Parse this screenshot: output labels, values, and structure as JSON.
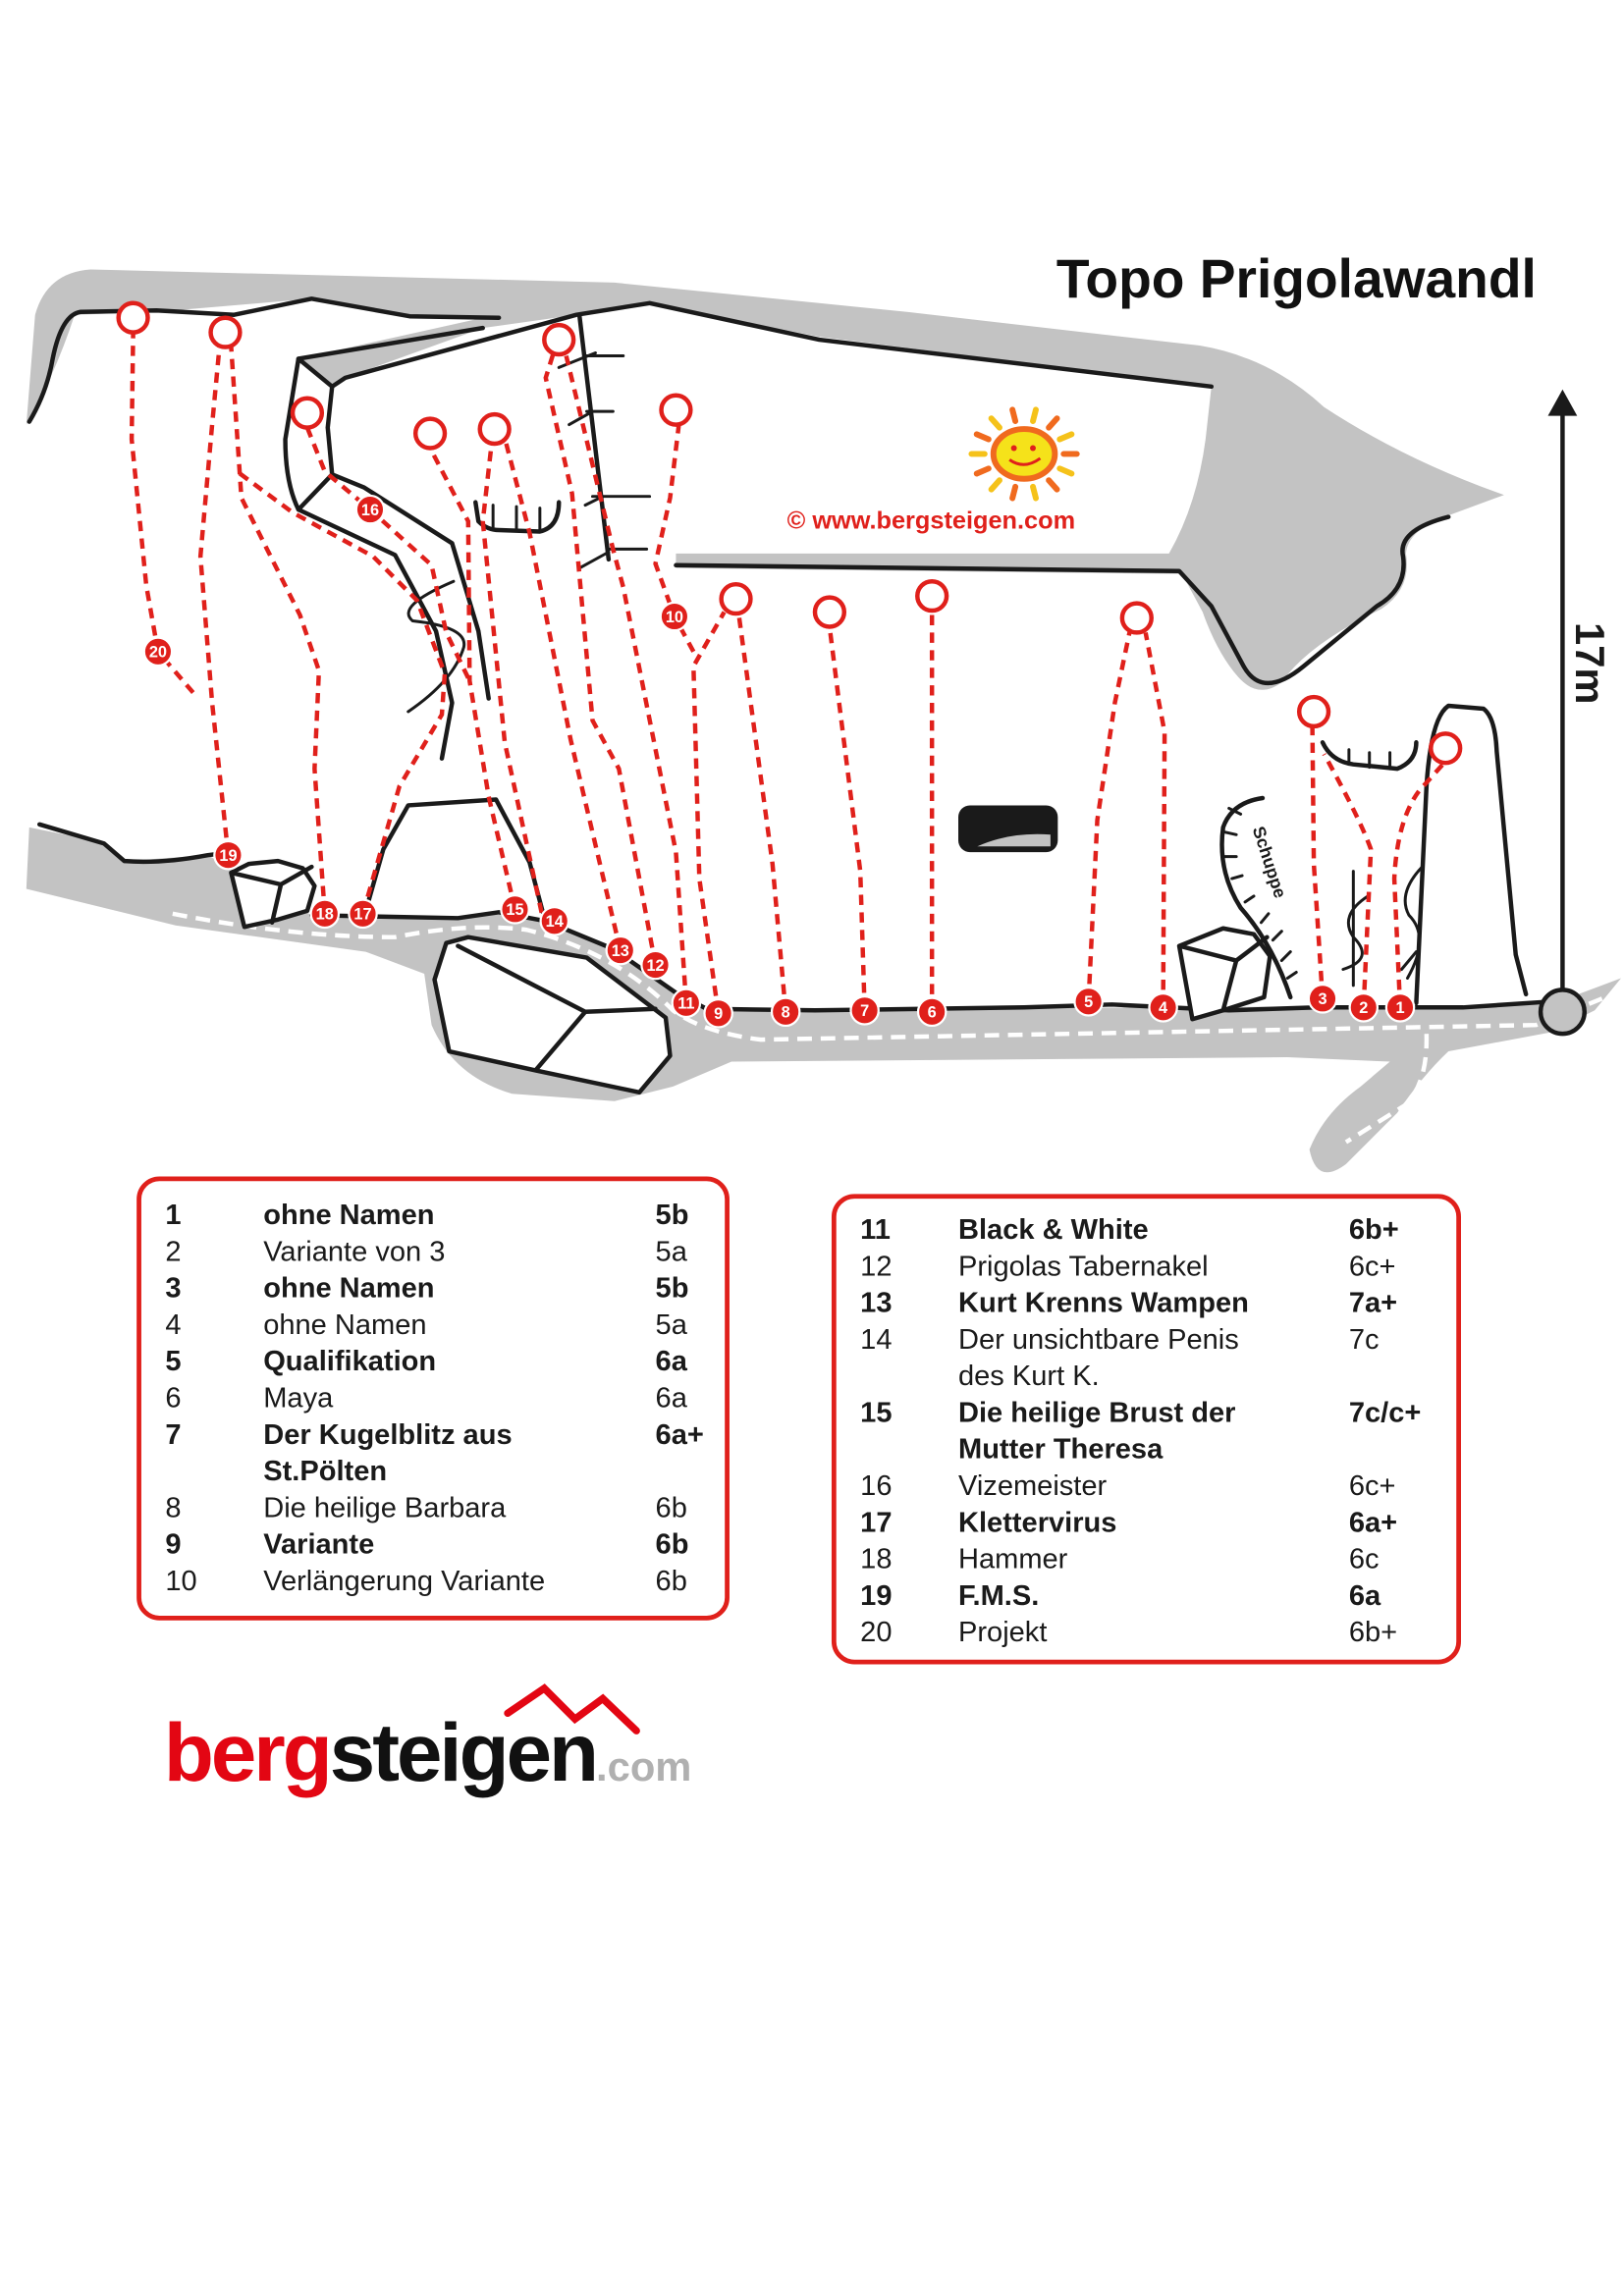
{
  "title": "Topo Prigolawandl",
  "watermark": "© www.bergsteigen.com",
  "height_label": "17m",
  "feature_label": "Schuppe",
  "logo": {
    "part1": "berg",
    "part2": "steigen",
    "part3": ".com"
  },
  "colors": {
    "route": "#e0201b",
    "rock": "#c3c3c3",
    "logo_red": "#e30613",
    "logo_gray": "#b0b0b0"
  },
  "routes": [
    {
      "no": "1",
      "name": "ohne Namen",
      "grade": "5b",
      "highlighted": true
    },
    {
      "no": "2",
      "name": "Variante von 3",
      "grade": "5a",
      "highlighted": false
    },
    {
      "no": "3",
      "name": "ohne Namen",
      "grade": "5b",
      "highlighted": true
    },
    {
      "no": "4",
      "name": "ohne Namen",
      "grade": "5a",
      "highlighted": false
    },
    {
      "no": "5",
      "name": "Qualifikation",
      "grade": "6a",
      "highlighted": true
    },
    {
      "no": "6",
      "name": "Maya",
      "grade": "6a",
      "highlighted": false
    },
    {
      "no": "7",
      "name": "Der Kugelblitz aus",
      "name_cont": "St.Pölten",
      "grade": "6a+",
      "highlighted": true
    },
    {
      "no": "8",
      "name": "Die heilige Barbara",
      "grade": "6b",
      "highlighted": false
    },
    {
      "no": "9",
      "name": "Variante",
      "grade": "6b",
      "highlighted": true
    },
    {
      "no": "10",
      "name": "Verlängerung Variante",
      "grade": "6b",
      "highlighted": false
    },
    {
      "no": "11",
      "name": "Black & White",
      "grade": "6b+",
      "highlighted": true
    },
    {
      "no": "12",
      "name": "Prigolas Tabernakel",
      "grade": "6c+",
      "highlighted": false
    },
    {
      "no": "13",
      "name": "Kurt Krenns Wampen",
      "grade": "7a+",
      "highlighted": true
    },
    {
      "no": "14",
      "name": "Der unsichtbare Penis",
      "name_cont": "des Kurt K.",
      "grade": "7c",
      "highlighted": false
    },
    {
      "no": "15",
      "name": "Die heilige Brust der",
      "name_cont": "Mutter Theresa",
      "grade": "7c/c+",
      "highlighted": true
    },
    {
      "no": "16",
      "name": "Vizemeister",
      "grade": "6c+",
      "highlighted": false
    },
    {
      "no": "17",
      "name": "Klettervirus",
      "grade": "6a+",
      "highlighted": true
    },
    {
      "no": "18",
      "name": "Hammer",
      "grade": "6c",
      "highlighted": false
    },
    {
      "no": "19",
      "name": "F.M.S.",
      "grade": "6a",
      "highlighted": true
    },
    {
      "no": "20",
      "name": "Projekt",
      "grade": "6b+",
      "highlighted": false
    }
  ]
}
